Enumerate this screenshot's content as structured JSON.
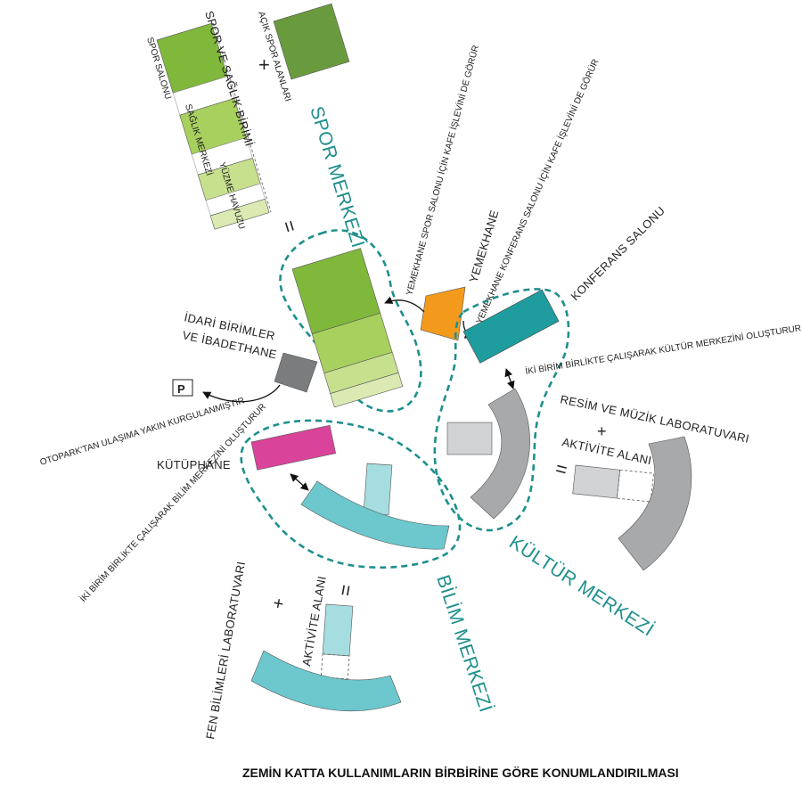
{
  "colors": {
    "sports_dark": "#6a9a3e",
    "sports": "#80b83b",
    "sports_mid": "#a8d05e",
    "sports_light": "#c6e08d",
    "sports_pale": "#daeab2",
    "dining": "#f39a1d",
    "conference": "#1f9d9e",
    "gray": "#a7a9ab",
    "gray_light": "#d1d2d4",
    "admin": "#7a7c7e",
    "library": "#d9449a",
    "science": "#6cc8cd",
    "science_light": "#a6dde0",
    "zone_outline": "#1e8f8c"
  },
  "sports_center": {
    "zone_label": "SPOR MERKEZİ",
    "heading": "SPOR VE SAĞLIK BİRİMİ",
    "plus": "+",
    "equals": "=",
    "outdoor_areas": "AÇIK SPOR ALANLARI",
    "gym": "SPOR SALONU",
    "health_center": "SAĞLIK MERKEZİ",
    "pool": "YÜZME HAVUZU"
  },
  "dining": {
    "label": "YEMEKHANE",
    "note_sports": "YEMEKHANE SPOR SALONU İÇİN KAFE İŞLEVİNİ DE GÖRÜR",
    "note_conference": "YEMEKHANE KONFERANS SALONU İÇİN KAFE İŞLEVİNİ DE GÖRÜR"
  },
  "culture_center": {
    "zone_label": "KÜLTÜR MERKEZİ",
    "conference_hall": "KONFERANS SALONU",
    "note": "İKİ BİRİM BİRLİKTE ÇALIŞARAK KÜLTÜR MERKEZİNİ OLUŞTURUR",
    "lab_line1": "RESİM VE MÜZİK LABORATUVARI",
    "plus": "+",
    "activity_area": "AKTİVİTE ALANI",
    "equals": "="
  },
  "admin": {
    "line1": "İDARİ BİRİMLER",
    "line2": "VE İBADETHANE",
    "parking_symbol": "P",
    "parking_note": "OTOPARK'TAN ULAŞIMA YAKIN KURGULANMIŞTIR"
  },
  "science_center": {
    "zone_label": "BİLİM MERKEZİ",
    "library": "KÜTÜPHANE",
    "note": "İKİ BİRİM BİRLİKTE ÇALIŞARAK BİLİM MERKEZİNİ OLUŞTURUR",
    "lab": "FEN BİLİMLERİ LABORATUVARI",
    "plus": "+",
    "activity_area": "AKTİVİTE ALANI",
    "equals": "="
  },
  "footer": {
    "title": "ZEMİN KATTA KULLANIMLARIN BİRBİRİNE GÖRE KONUMLANDIRILMASI"
  }
}
